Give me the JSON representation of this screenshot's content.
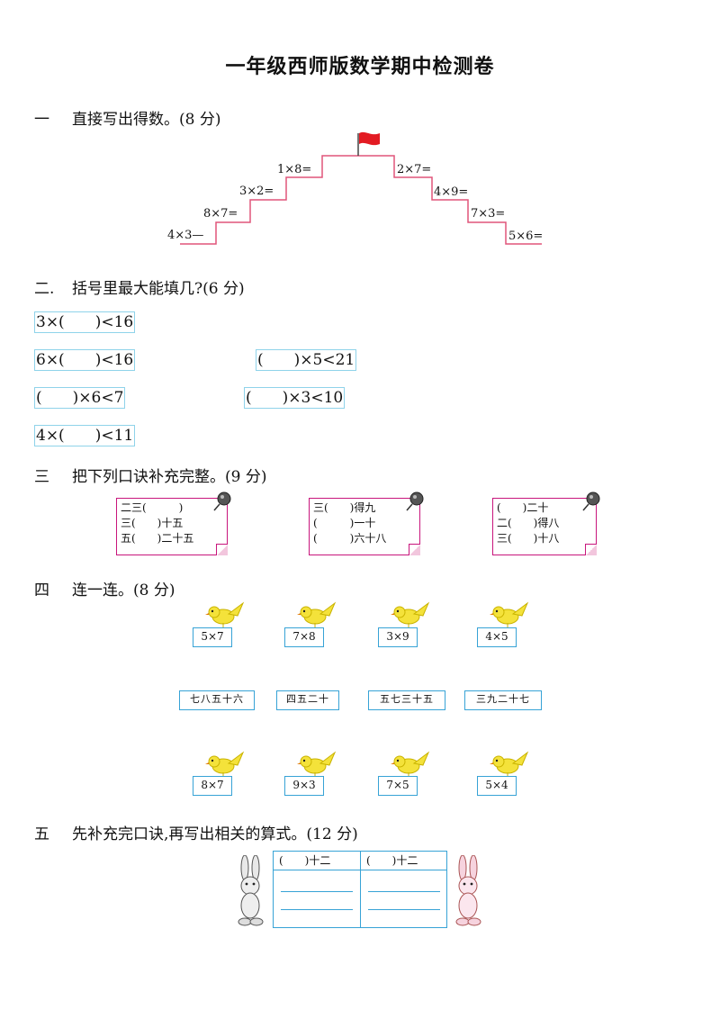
{
  "title": "一年级西师版数学期中检测卷",
  "sections": {
    "s1": {
      "num": "一",
      "text": "直接写出得数。(8 分)"
    },
    "s2": {
      "num": "二.",
      "text": "括号里最大能填几?(6 分)"
    },
    "s3": {
      "num": "三",
      "text": "把下列口诀补充完整。(9 分)"
    },
    "s4": {
      "num": "四",
      "text": "连一连。(8 分)"
    },
    "s5": {
      "num": "五",
      "text": "先补充完口诀,再写出相关的算式。(12 分)"
    }
  },
  "stairs": [
    "4×3—",
    "8×7=",
    "3×2=",
    "1×8=",
    "2×7=",
    "4×9=",
    "7×3=",
    "5×6="
  ],
  "inequalities": [
    "3×(　　)<16",
    "6×(　　)<16",
    "(　　)×5<21",
    "(　　)×6<7",
    "(　　)×3<10",
    "4×(　　)<11"
  ],
  "koujue": [
    [
      "二三(　　　)",
      "三(　　)十五",
      "五(　　)二十五"
    ],
    [
      "三(　　)得九",
      "(　　　)一十",
      "(　　　)六十八"
    ],
    [
      "(　　)二十",
      "二(　　)得八",
      "三(　　)十八"
    ]
  ],
  "top_cards": [
    "5×7",
    "7×8",
    "3×9",
    "4×5"
  ],
  "words": [
    "七八五十六",
    "四五二十",
    "五七三十五",
    "三九二十七"
  ],
  "bottom_cards": [
    "8×7",
    "9×3",
    "7×5",
    "5×4"
  ],
  "table": [
    "(　　)十二",
    "(　　)十二"
  ],
  "colors": {
    "stairs": "#e0557a",
    "flag": "#e31b23",
    "pink": "#c8157c",
    "blue": "#37a3d6",
    "ineq_border": "#8fd3ea",
    "bird": "#f4e23a"
  }
}
